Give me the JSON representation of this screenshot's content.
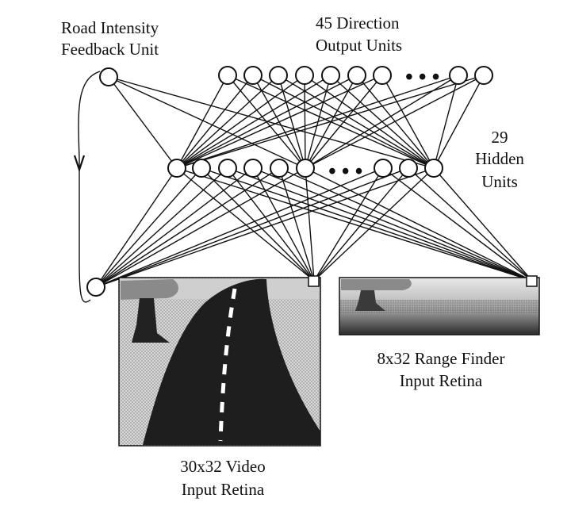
{
  "labels": {
    "feedback_line1": "Road Intensity",
    "feedback_line2": "Feedback Unit",
    "output_line1": "45 Direction",
    "output_line2": "Output Units",
    "hidden_line1": "29",
    "hidden_line2": "Hidden",
    "hidden_line3": "Units",
    "range_line1": "8x32 Range Finder",
    "range_line2": "Input Retina",
    "video_line1": "30x32 Video",
    "video_line2": "Input Retina"
  },
  "ellipsis": "• • •",
  "layers": {
    "output_units": 45,
    "hidden_units": 29,
    "video_retina": "30x32",
    "range_retina": "8x32"
  },
  "colors": {
    "ink": "#111111",
    "road": "#1e1e1e",
    "ground": "#bdbdbd",
    "tree": "#222222",
    "canopy": "#8a8a8a"
  }
}
